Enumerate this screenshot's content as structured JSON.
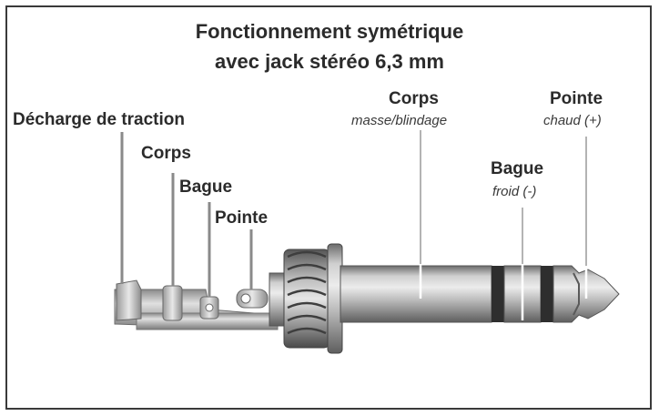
{
  "title": {
    "line1": "Fonctionnement symétrique",
    "line2": "avec jack stéréo 6,3 mm"
  },
  "labels_left": {
    "strain_relief": "Décharge de traction",
    "sleeve_solder": "Corps",
    "ring_solder": "Bague",
    "tip_solder": "Pointe"
  },
  "labels_right": {
    "sleeve": {
      "name": "Corps",
      "desc": "masse/blindage"
    },
    "ring": {
      "name": "Bague",
      "desc": "froid (-)"
    },
    "tip": {
      "name": "Pointe",
      "desc": "chaud (+)"
    }
  },
  "colors": {
    "text": "#2b2b2b",
    "metal_light": "#d9d9d9",
    "metal_mid": "#a9a9a9",
    "metal_dark": "#5a5a5a",
    "leader_line": "#ffffff"
  }
}
